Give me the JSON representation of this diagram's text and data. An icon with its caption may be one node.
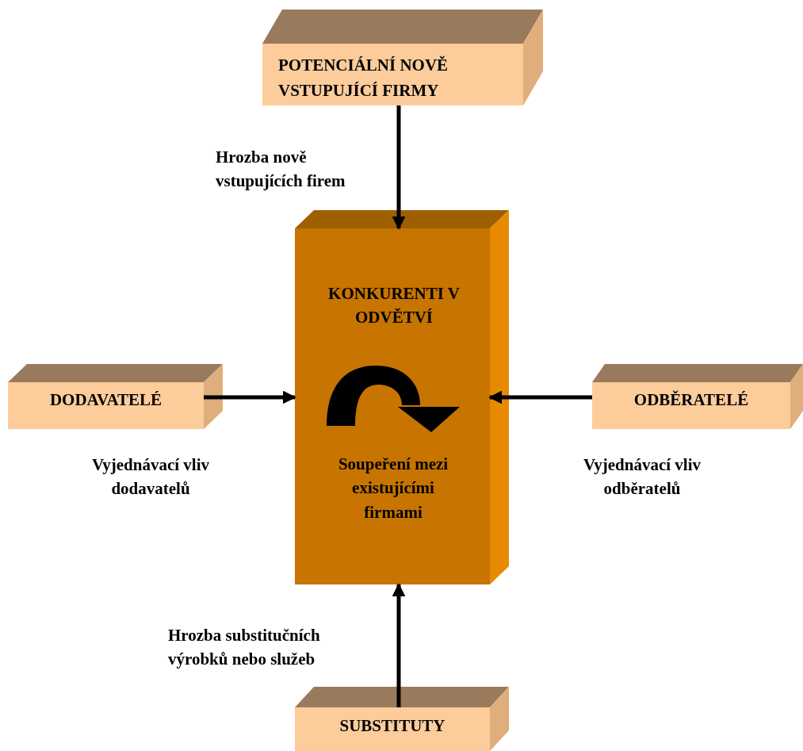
{
  "diagram": {
    "nodes": [
      {
        "text": [
          "POTENCIÁLNÍ NOVĚ VSTUPUJÍCÍ FIRMY"
        ]
      },
      {
        "text": [
          "KONKURENTI V ODVĚTVÍ",
          "Soupeření mezi existujícími firmami"
        ]
      },
      {
        "text": [
          "DODAVATELÉ"
        ]
      },
      {
        "text": [
          "ODBĚRATELÉ"
        ]
      },
      {
        "text": [
          "SUBSTITUTY"
        ]
      }
    ],
    "edges": [
      {
        "from": 0,
        "to": 1,
        "arrow": "to",
        "label": "Hrozba nově vstupujících firem"
      },
      {
        "from": 2,
        "to": 1,
        "arrow": "to",
        "label": "Vyjednávací vliv dodavatelů"
      },
      {
        "from": 3,
        "to": 1,
        "arrow": "to",
        "label": "Vyjednávací vliv odběratelů"
      },
      {
        "from": 4,
        "to": 1,
        "arrow": "to",
        "label": "Hrozba substitučních výrobků nebo služeb"
      }
    ]
  }
}
